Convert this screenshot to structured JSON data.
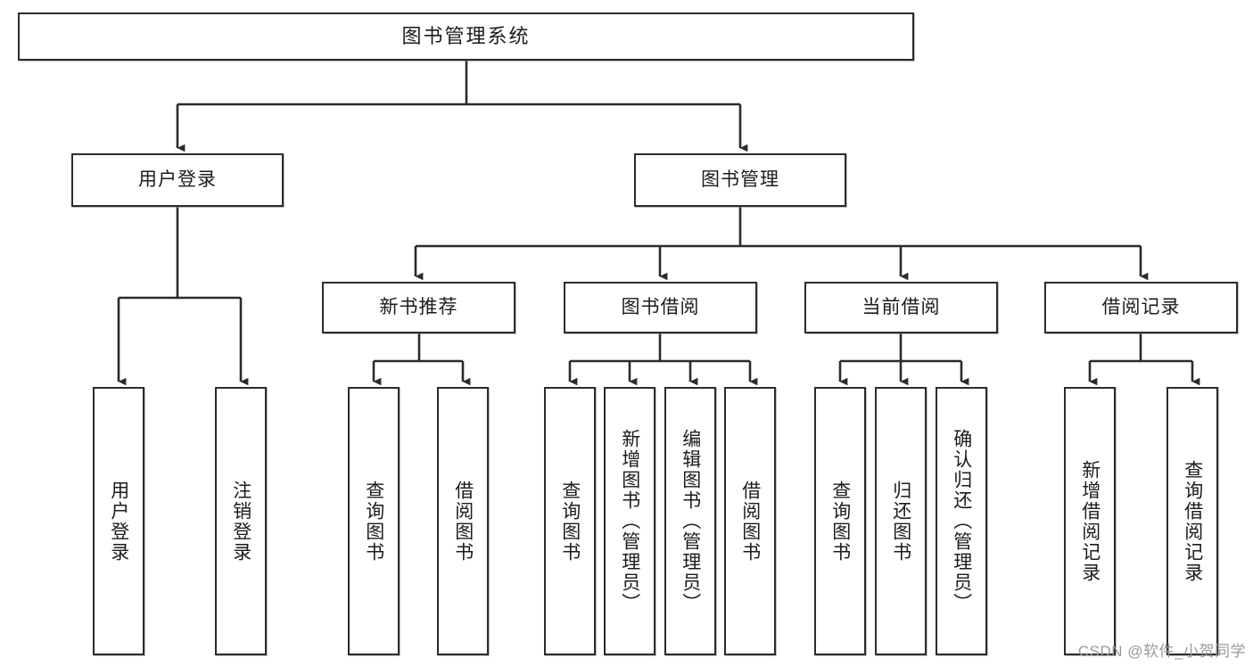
{
  "diagram": {
    "type": "tree-hierarchy",
    "title": "图书管理系统",
    "orientation": "top-down",
    "colors": {
      "box_border": "#2b2b2b",
      "box_fill": "#ffffff",
      "connector": "#333333",
      "text": "#1c1c1c",
      "watermark": "#9a9a9a"
    },
    "root": {
      "label": "图书管理系统"
    },
    "level1": [
      {
        "label": "用户登录"
      },
      {
        "label": "图书管理"
      }
    ],
    "level2": [
      {
        "label": "新书推荐"
      },
      {
        "label": "图书借阅"
      },
      {
        "label": "当前借阅"
      },
      {
        "label": "借阅记录"
      }
    ],
    "leaves": {
      "user_login": [
        {
          "label": "用户登录"
        },
        {
          "label": "注销登录"
        }
      ],
      "new_book_recommend": [
        {
          "label": "查询图书"
        },
        {
          "label": "借阅图书"
        }
      ],
      "book_borrow": [
        {
          "label": "查询图书"
        },
        {
          "label": "新增图书（管理员）"
        },
        {
          "label": "编辑图书（管理员）"
        },
        {
          "label": "借阅图书"
        }
      ],
      "current_borrow": [
        {
          "label": "查询图书"
        },
        {
          "label": "归还图书"
        },
        {
          "label": "确认归还（管理员）"
        }
      ],
      "borrow_record": [
        {
          "label": "新增借阅记录"
        },
        {
          "label": "查询借阅记录"
        }
      ]
    }
  },
  "watermark": {
    "text": "CSDN @软件_小贺同学"
  }
}
